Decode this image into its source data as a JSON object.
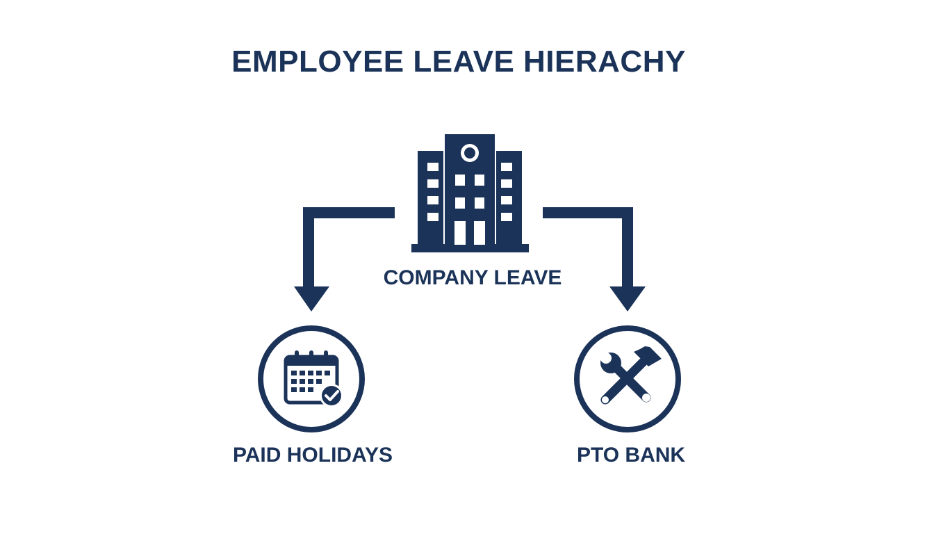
{
  "diagram": {
    "title": "EMPLOYEE LEAVE HIERACHY",
    "root": {
      "label": "COMPANY LEAVE",
      "icon": "office-building-icon"
    },
    "children": [
      {
        "label": "PAID HOLIDAYS",
        "icon": "calendar-check-icon"
      },
      {
        "label": "PTO BANK",
        "icon": "wrench-hammer-icon"
      }
    ],
    "colors": {
      "primary": "#1b3358",
      "background": "#ffffff"
    }
  }
}
